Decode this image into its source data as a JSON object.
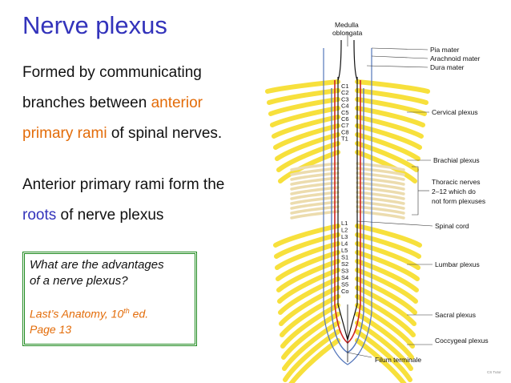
{
  "slide": {
    "title": "Nerve plexus",
    "para1": {
      "line1": "Formed by communicating",
      "line2_pre": "branches between ",
      "line2_hl": "anterior",
      "line3_hl": "primary rami",
      "line3_post": " of spinal nerves."
    },
    "para2": {
      "line1": "Anterior primary rami form the",
      "line2_hl": "roots",
      "line2_post": " of nerve plexus"
    },
    "question": {
      "line1": "What are the advantages",
      "line2": "of a nerve plexus?",
      "ref_pre": "Last’s Anatomy, 10",
      "ref_sup": "th",
      "ref_post": " ed.",
      "ref_page": "Page 13"
    }
  },
  "figure": {
    "top_label_1": "Medulla",
    "top_label_2": "oblongata",
    "labels": {
      "pia": "Pia mater",
      "arachnoid": "Arachnoid mater",
      "dura": "Dura mater",
      "cervical": "Cervical plexus",
      "brachial": "Brachial plexus",
      "thoracic_1": "Thoracic nerves",
      "thoracic_2": "2–12 which do",
      "thoracic_3": "not form plexuses",
      "cord": "Spinal cord",
      "lumbar": "Lumbar plexus",
      "sacral": "Sacral plexus",
      "coccygeal": "Coccygeal plexus",
      "filum": "Filum terminale",
      "credit": "CS Tutor"
    },
    "segments_upper": [
      "C1",
      "C2",
      "C3",
      "C4",
      "C5",
      "C6",
      "C7",
      "C8",
      "T1"
    ],
    "segments_lower": [
      "L1",
      "L2",
      "L3",
      "L4",
      "L5",
      "S1",
      "S2",
      "S3",
      "S4",
      "S5",
      "Co"
    ],
    "colors": {
      "nerve": "#f7e03c",
      "nerve_outline": "#d8b400",
      "pia": "#cc2222",
      "dura": "#5577bb",
      "thoracic": "#ecdcae"
    }
  }
}
